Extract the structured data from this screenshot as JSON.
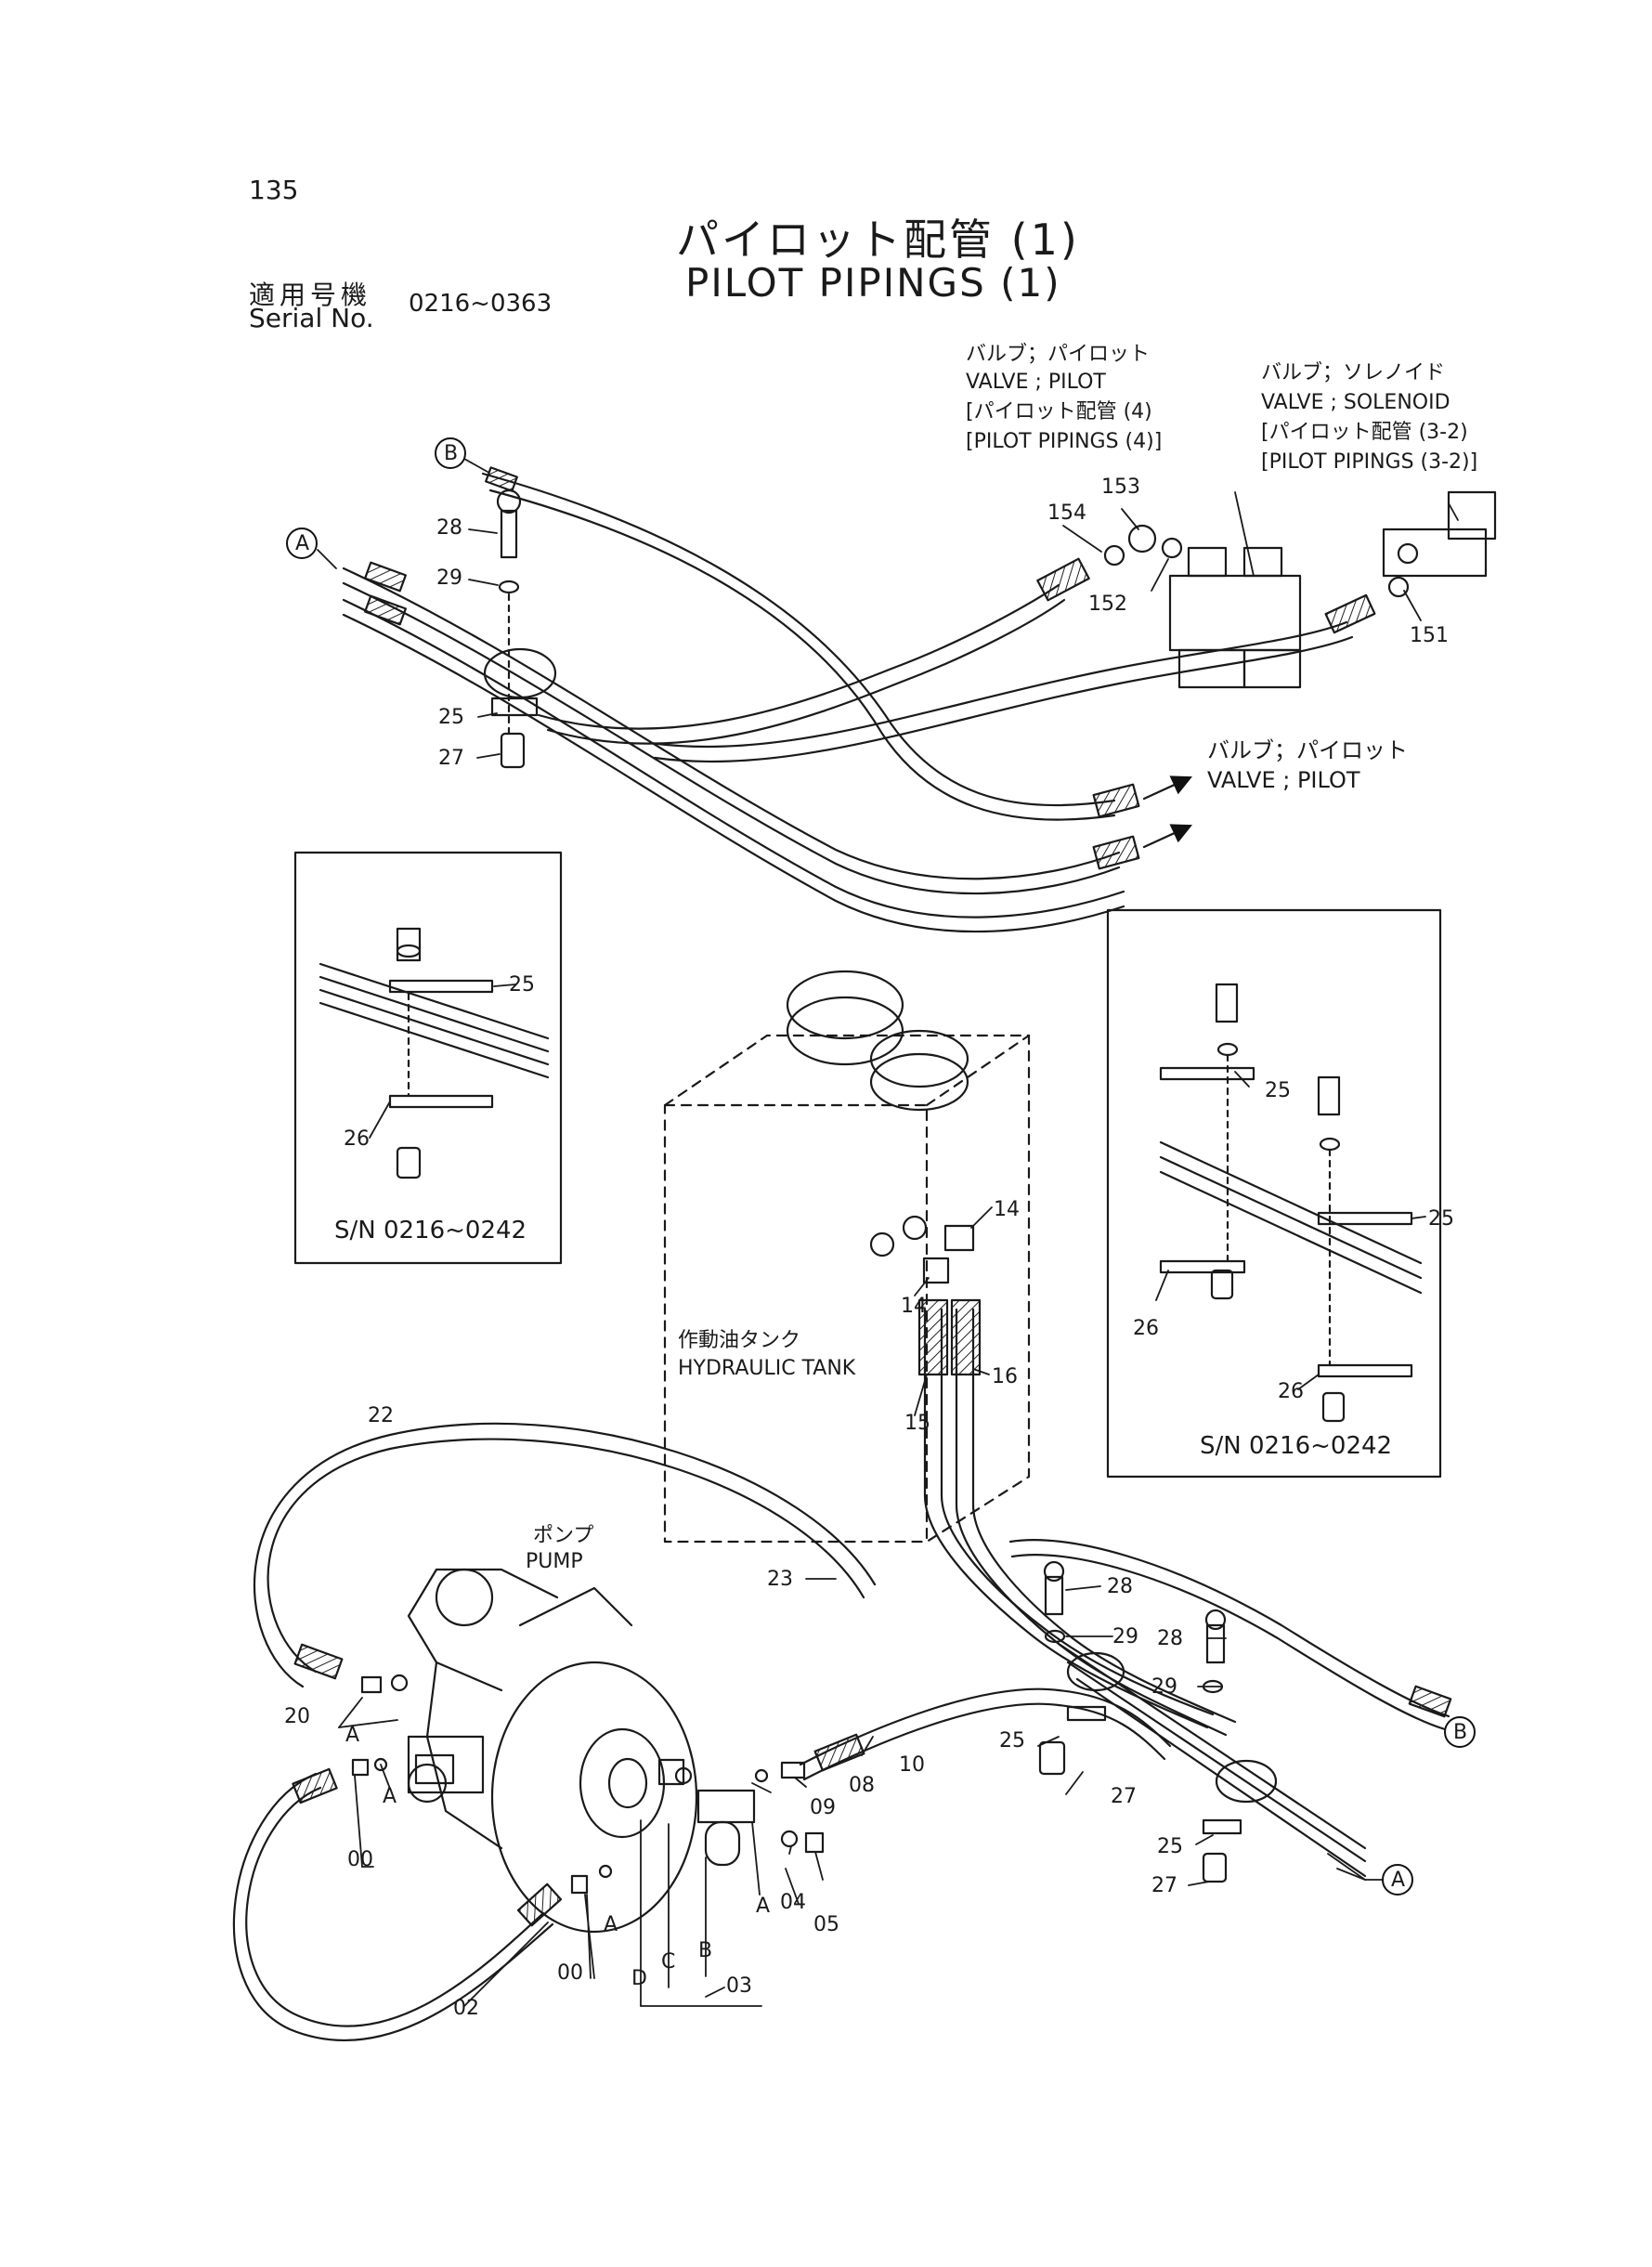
{
  "page_number": "135",
  "title_jp": "パイロット配管 (1)",
  "title_en": "PILOT PIPINGS (1)",
  "serial": {
    "label_jp": "適用号機",
    "label_en": "Serial No.",
    "value": "0216~0363"
  },
  "callouts": {
    "valve_pilot_top": {
      "jp": "バルブ；パイロット",
      "en": "VALVE ; PILOT",
      "ref_jp": "パイロット配管 (4)",
      "ref_en": "PILOT PIPINGS (4)"
    },
    "valve_solenoid": {
      "jp": "バルブ；ソレノイド",
      "en": "VALVE ; SOLENOID",
      "ref_jp": "パイロット配管 (3-2)",
      "ref_en": "PILOT PIPINGS (3-2)"
    },
    "valve_pilot_right": {
      "jp": "バルブ；パイロット",
      "en": "VALVE ; PILOT"
    },
    "hydraulic_tank": {
      "jp": "作動油タンク",
      "en": "HYDRAULIC TANK"
    },
    "pump": {
      "jp": "ポンプ",
      "en": "PUMP"
    }
  },
  "insets": {
    "left": {
      "caption": "S/N 0216~0242",
      "labels": [
        "25",
        "26"
      ]
    },
    "right": {
      "caption": "S/N 0216~0242",
      "labels": [
        "25",
        "25",
        "26",
        "26"
      ]
    }
  },
  "markers": {
    "a": "A",
    "b": "B",
    "c": "C",
    "d": "D"
  },
  "part_numbers": {
    "p28a": "28",
    "p29a": "29",
    "p25a": "25",
    "p27a": "27",
    "p154": "154",
    "p153": "153",
    "p152": "152",
    "p151": "151",
    "p14a": "14",
    "p14b": "14",
    "p15": "15",
    "p16": "16",
    "p22": "22",
    "p23": "23",
    "p20": "20",
    "p00a": "00",
    "p00b": "00",
    "p02": "02",
    "p03": "03",
    "p04": "04",
    "p05": "05",
    "p08": "08",
    "p09": "09",
    "p10": "10",
    "p28b": "28",
    "p29b": "29",
    "p25b": "25",
    "p27b": "27",
    "p28c": "28",
    "p29c": "29",
    "p25c": "25",
    "p27c": "27"
  }
}
